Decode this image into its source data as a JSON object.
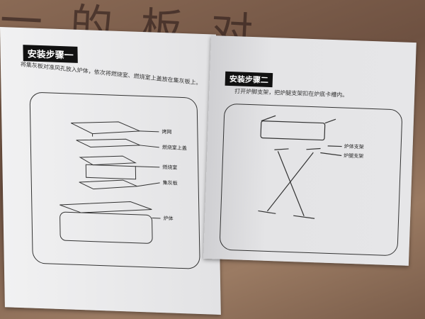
{
  "left_page": {
    "title": "安装步骤一",
    "description": "将集灰板对准风孔放入炉体，依次将燃烧室、燃烧室上盖放在集灰板上。",
    "labels": [
      "烤网",
      "燃烧室上盖",
      "燃烧室",
      "集灰板",
      "炉体"
    ]
  },
  "right_page": {
    "title": "安装步骤二",
    "description": "打开炉脚支架，把炉腿支架扣在炉底卡槽内。",
    "labels": [
      "炉体支架",
      "炉腿支架"
    ]
  }
}
